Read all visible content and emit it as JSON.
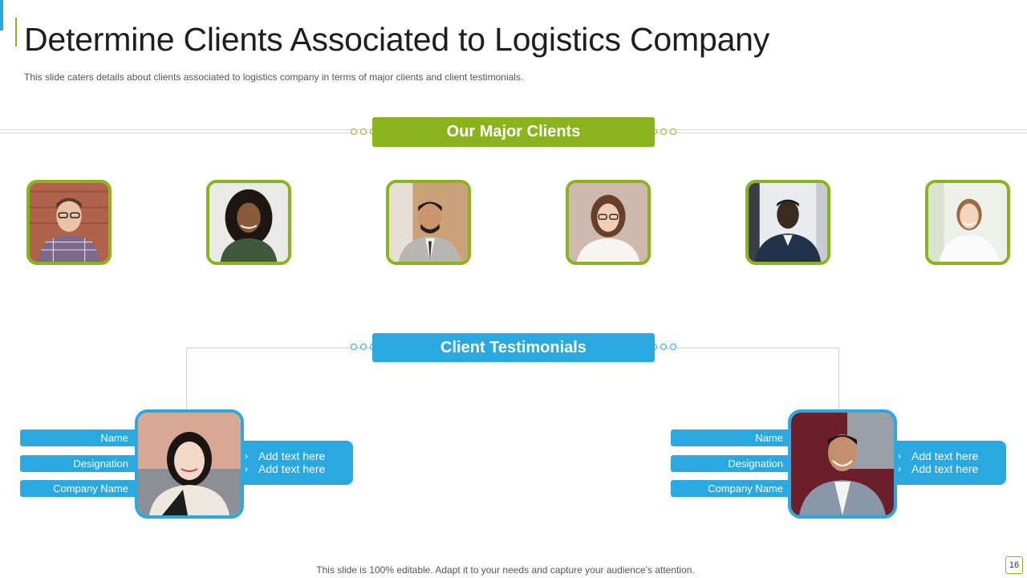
{
  "slide": {
    "title": "Determine Clients Associated to Logistics Company",
    "subtitle": "This slide caters details about clients associated to logistics company in terms of major clients and client testimonials.",
    "footer": "This slide is 100% editable. Adapt it to your needs and capture your audience’s attention.",
    "page_number": "16"
  },
  "major_clients": {
    "heading": "Our Major Clients",
    "photos": [
      "client-photo-1",
      "client-photo-2",
      "client-photo-3",
      "client-photo-4",
      "client-photo-5",
      "client-photo-6"
    ]
  },
  "testimonials": {
    "heading": "Client Testimonials",
    "left": {
      "name_label": "Name",
      "designation_label": "Designation",
      "company_label": "Company Name",
      "lines": [
        "Add text here",
        "Add text here"
      ]
    },
    "right": {
      "name_label": "Name",
      "designation_label": "Designation",
      "company_label": "Company Name",
      "lines": [
        "Add text here",
        "Add text here"
      ]
    }
  },
  "colors": {
    "green": "#8ab31e",
    "blue": "#29a9e0"
  },
  "icons": {
    "bullet": "chevron-right-icon"
  }
}
